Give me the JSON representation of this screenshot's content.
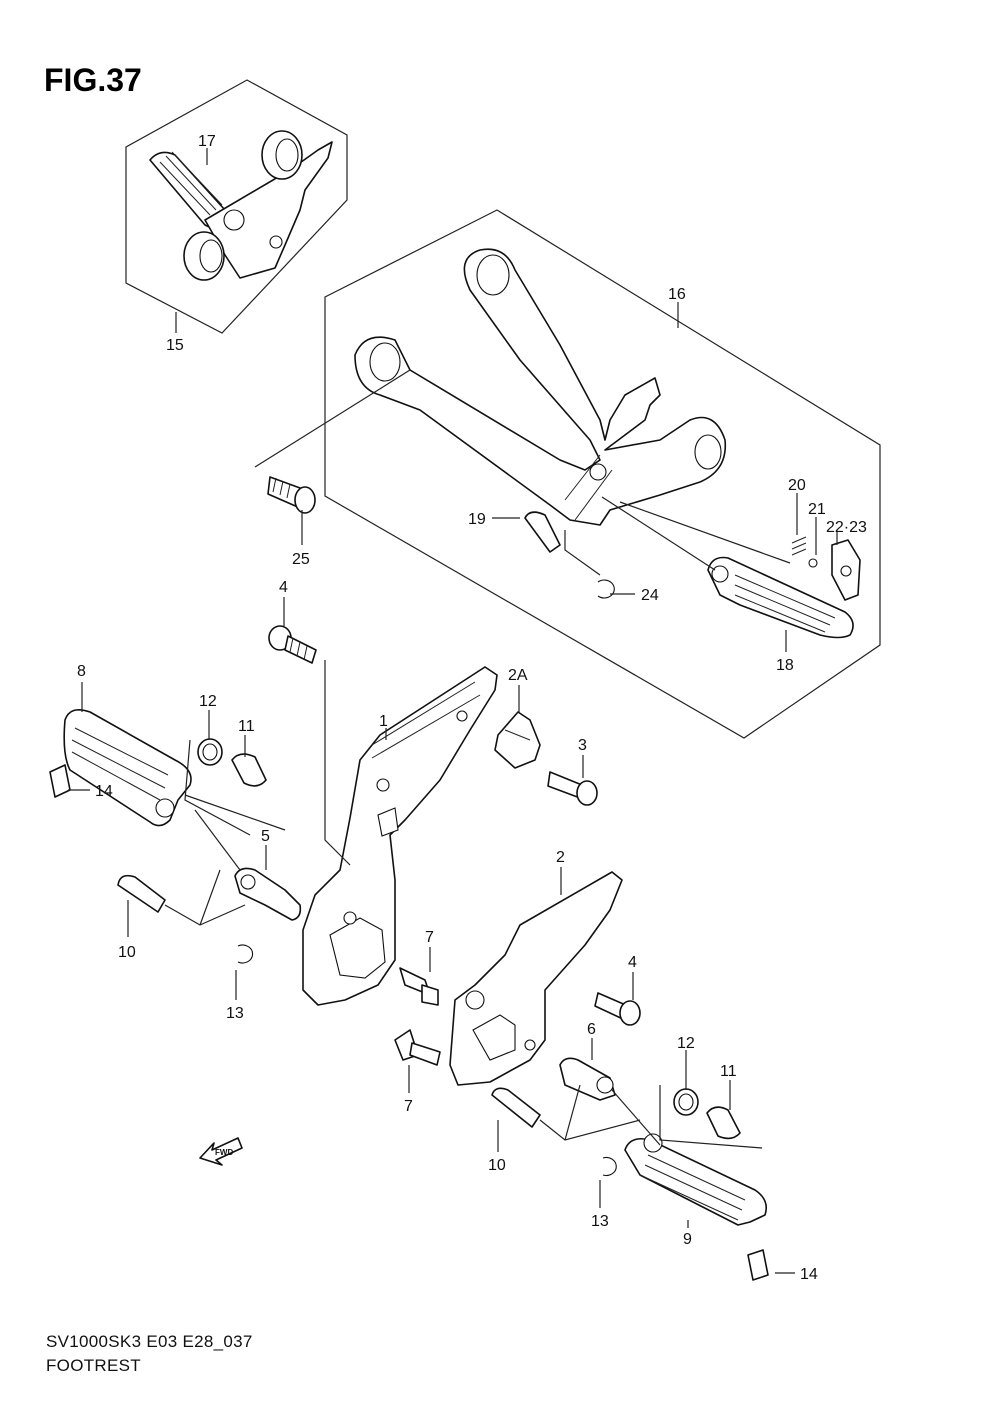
{
  "figure": {
    "title": "FIG.37"
  },
  "caption": {
    "model_line": "SV1000SK3 E03 E28_037",
    "section": "FOOTREST"
  },
  "fwd_badge": "FWD",
  "callouts": {
    "c1": "1",
    "c2": "2",
    "c2a": "2A",
    "c3": "3",
    "c4a": "4",
    "c4b": "4",
    "c5": "5",
    "c6": "6",
    "c7a": "7",
    "c7b": "7",
    "c8": "8",
    "c9": "9",
    "c10a": "10",
    "c10b": "10",
    "c11a": "11",
    "c11b": "11",
    "c12a": "12",
    "c12b": "12",
    "c13a": "13",
    "c13b": "13",
    "c14a": "14",
    "c14b": "14",
    "c15": "15",
    "c16": "16",
    "c17": "17",
    "c18": "18",
    "c19": "19",
    "c20": "20",
    "c21": "21",
    "c2223": "22·23",
    "c24": "24",
    "c25": "25"
  },
  "colors": {
    "line": "#111111",
    "background": "#ffffff"
  }
}
